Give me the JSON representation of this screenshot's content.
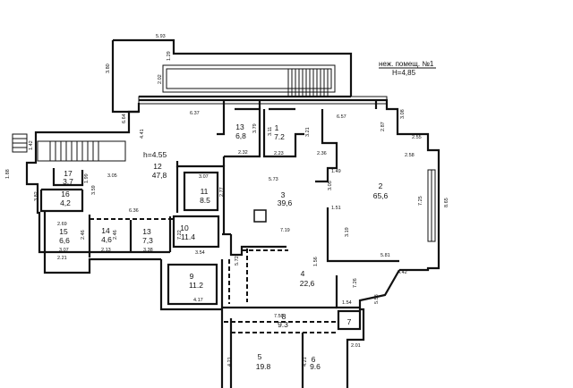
{
  "header": {
    "line1": "неж. помещ. №1",
    "line2": "Н=4,85"
  },
  "height_note": "h=4.55",
  "rooms": [
    {
      "num": "1",
      "area": "7.2"
    },
    {
      "num": "2",
      "area": "65,6"
    },
    {
      "num": "3",
      "area": "39,6"
    },
    {
      "num": "4",
      "area": "22,6"
    },
    {
      "num": "5",
      "area": "19.8"
    },
    {
      "num": "6",
      "area": "9.6"
    },
    {
      "num": "7",
      "area": ""
    },
    {
      "num": "8",
      "area": "9.3"
    },
    {
      "num": "9",
      "area": "11.2"
    },
    {
      "num": "10",
      "area": "11.4"
    },
    {
      "num": "11",
      "area": "8.5"
    },
    {
      "num": "12",
      "area": "47,8"
    },
    {
      "num": "13",
      "area": "6,8"
    },
    {
      "num": "13",
      "area": "7,3"
    },
    {
      "num": "14",
      "area": "4,6"
    },
    {
      "num": "15",
      "area": "6,6"
    },
    {
      "num": "16",
      "area": "4,2"
    },
    {
      "num": "17",
      "area": "3,7"
    }
  ],
  "dimensions": [
    "5.93",
    "3.80",
    "1.29",
    "2.02",
    "6.37",
    "6.64",
    "4.41",
    "3.05",
    "3.07",
    "2.77",
    "6.36",
    "2.69",
    "2.46",
    "3.07",
    "2.13",
    "2.46",
    "3.38",
    "3.54",
    "7.22",
    "3.59",
    "3.11",
    "3.79",
    "3.21",
    "2.32",
    "2.23",
    "2.36",
    "1.49",
    "5.73",
    "3.05",
    "1.51",
    "7.19",
    "3.19",
    "6.57",
    "3.08",
    "2.87",
    "2.55",
    "2.58",
    "7.25",
    "8.65",
    "5.81",
    "4.42",
    "5.58",
    "7.26",
    "1.54",
    "2.01",
    "7.50",
    "5.72",
    "1.56",
    "4.17",
    "4.21",
    "4.21",
    "1.42",
    "1.88",
    "3.82",
    "1.99",
    "2.21"
  ]
}
